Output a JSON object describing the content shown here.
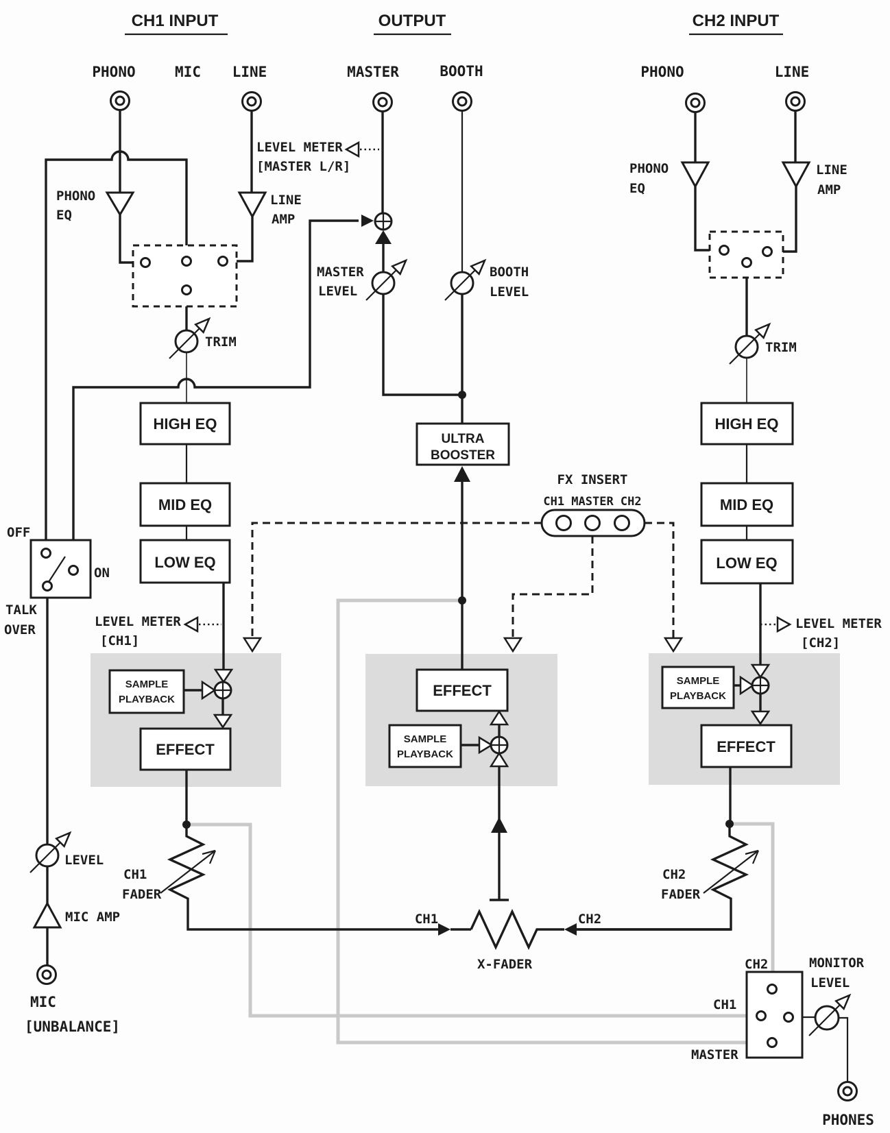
{
  "titles": {
    "ch1": "CH1 INPUT",
    "output": "OUTPUT",
    "ch2": "CH2 INPUT"
  },
  "ch1": {
    "phono": "PHONO",
    "mic": "MIC",
    "line": "LINE",
    "phono_eq_l1": "PHONO",
    "phono_eq_l2": "EQ",
    "line_amp_l1": "LINE",
    "line_amp_l2": "AMP",
    "trim": "TRIM",
    "high_eq": "HIGH EQ",
    "mid_eq": "MID EQ",
    "low_eq": "LOW EQ",
    "meter_l1": "LEVEL METER",
    "meter_l2": "[CH1]",
    "sample_l1": "SAMPLE",
    "sample_l2": "PLAYBACK",
    "effect": "EFFECT",
    "fader_l1": "CH1",
    "fader_l2": "FADER"
  },
  "mic": {
    "off": "OFF",
    "on": "ON",
    "talk": "TALK",
    "over": "OVER",
    "level": "LEVEL",
    "amp": "MIC AMP",
    "jack": "MIC",
    "unbalance": "[UNBALANCE]"
  },
  "out": {
    "master": "MASTER",
    "booth": "BOOTH",
    "meter_l1": "LEVEL METER",
    "meter_l2": "[MASTER L/R]",
    "master_level_l1": "MASTER",
    "master_level_l2": "LEVEL",
    "booth_level_l1": "BOOTH",
    "booth_level_l2": "LEVEL",
    "booster_l1": "ULTRA",
    "booster_l2": "BOOSTER",
    "sample_l1": "SAMPLE",
    "sample_l2": "PLAYBACK",
    "effect": "EFFECT"
  },
  "fx": {
    "title": "FX INSERT",
    "channels": "CH1 MASTER CH2"
  },
  "ch2": {
    "phono": "PHONO",
    "line": "LINE",
    "phono_eq_l1": "PHONO",
    "phono_eq_l2": "EQ",
    "line_amp_l1": "LINE",
    "line_amp_l2": "AMP",
    "trim": "TRIM",
    "high_eq": "HIGH EQ",
    "mid_eq": "MID EQ",
    "low_eq": "LOW EQ",
    "meter_l1": "LEVEL METER",
    "meter_l2": "[CH2]",
    "sample_l1": "SAMPLE",
    "sample_l2": "PLAYBACK",
    "effect": "EFFECT",
    "fader_l1": "CH2",
    "fader_l2": "FADER"
  },
  "xfader": {
    "ch1": "CH1",
    "ch2": "CH2",
    "label": "X-FADER"
  },
  "monitor": {
    "ch2": "CH2",
    "ch1": "CH1",
    "master": "MASTER",
    "level_l1": "MONITOR",
    "level_l2": "LEVEL",
    "phones": "PHONES"
  },
  "colors": {
    "line": "#1c1c1c",
    "gray_line": "#c9c9c9",
    "gray_box": "#dcdcdc",
    "background": "#fdfdfd"
  }
}
